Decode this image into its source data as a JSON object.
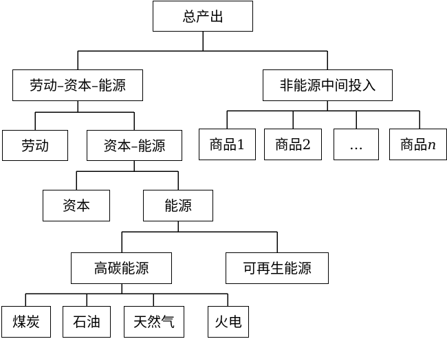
{
  "diagram": {
    "root": "总产出",
    "klem": "劳动–资本–能源",
    "nonenergy": "非能源中间投入",
    "labor": "劳动",
    "ke": "资本–能源",
    "capital": "资本",
    "energy": "能源",
    "highcarbon": "高碳能源",
    "renewable": "可再生能源",
    "coal": "煤炭",
    "oil": "石油",
    "gas": "天然气",
    "thermal": "火电",
    "goods1": "商品1",
    "goods2": "商品2",
    "ellipsis": "…",
    "goodsn_prefix": "商品",
    "goodsn_suffix": "n"
  }
}
